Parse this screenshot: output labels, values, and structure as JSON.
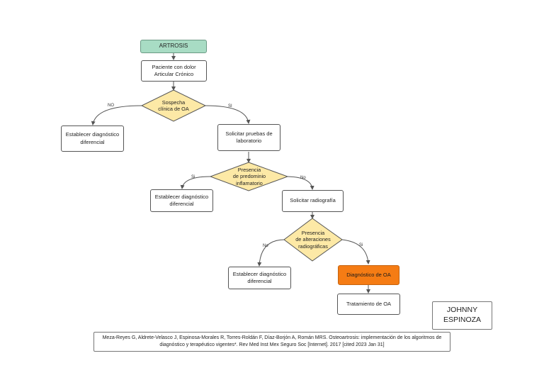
{
  "nodes": {
    "start": "ARTROSIS",
    "patient": "Paciente con dolor\nArticular Crónico",
    "q_suspicion": "Sospecha\nclínica de OA",
    "diff1": "Establecer diagnóstico\ndiferencial",
    "lab": "Solicitar pruebas de\nlaboratorio",
    "q_inflammatory": "Presencia\nde predominio\ninflamatorio",
    "diff2": "Establecer diagnóstico\ndiferencial",
    "xray": "Solicitar radiografía",
    "q_radiographic": "Presencia\nde alteraciones\nradiográficas",
    "diff3": "Establecer diagnóstico\ndiferencial",
    "diagnosis": "Diagnóstico de OA",
    "treatment": "Tratamiento de OA"
  },
  "edge_labels": {
    "q1_no": "NO",
    "q1_yes": "SI",
    "q2_yes": "Si",
    "q2_no": "No",
    "q3_no": "No",
    "q3_yes": "Si"
  },
  "author": "JOHNNY\nESPINOZA",
  "citation": "Meza-Reyes G, Aldrete-Velasco J, Espinosa-Morales R, Torres-Roldán F, Díaz-Borjón A, Román MRS. Osteoartrosis: implementación de los algoritmos de diagnóstico y terapéutico vigentes*. Rev Med Inst Mex Seguro Soc [Internet]. 2017 [cited 2023 Jan 31]",
  "colors": {
    "start_fill": "#a8dcc4",
    "decision_fill": "#fde9a6",
    "result_fill": "#f57c14",
    "line": "#555555"
  }
}
